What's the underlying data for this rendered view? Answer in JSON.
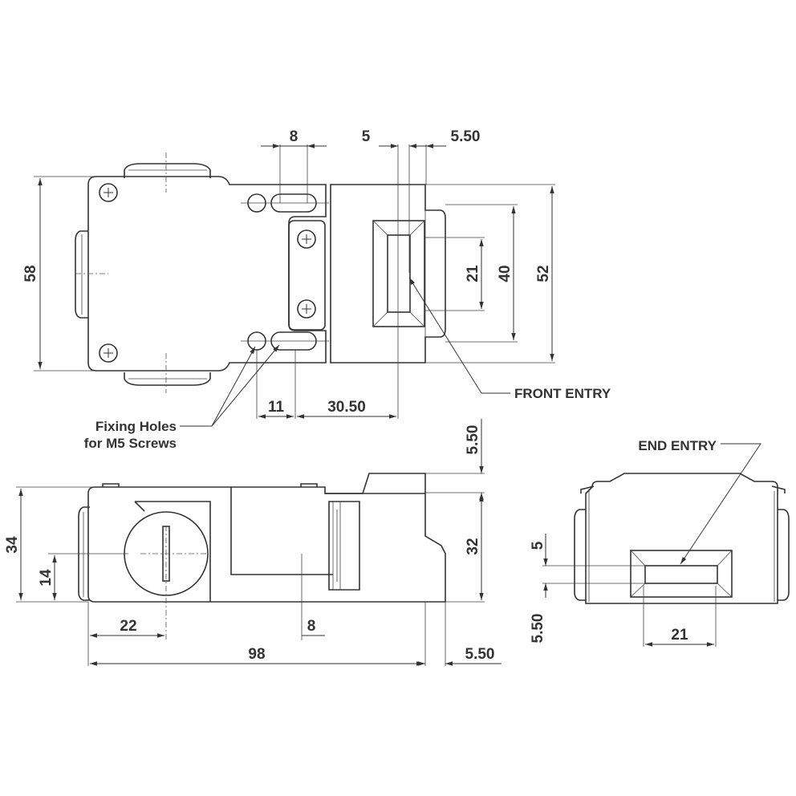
{
  "labels": {
    "front_entry": "FRONT ENTRY",
    "end_entry": "END ENTRY",
    "fixing_holes_line1": "Fixing Holes",
    "fixing_holes_line2": "for M5 Screws"
  },
  "dimensions": {
    "top_slot_width": "8",
    "top_gap": "5",
    "top_offset": "5.50",
    "height_58": "58",
    "slot_21": "21",
    "slot_40": "40",
    "body_52": "52",
    "hole_11": "11",
    "hole_30_50": "30.50",
    "side_5_50": "5.50",
    "side_34": "34",
    "side_14": "14",
    "side_32": "32",
    "side_22": "22",
    "side_8": "8",
    "length_98": "98",
    "bottom_5_50": "5.50",
    "end_5": "5",
    "end_5_50": "5.50",
    "end_21": "21"
  }
}
